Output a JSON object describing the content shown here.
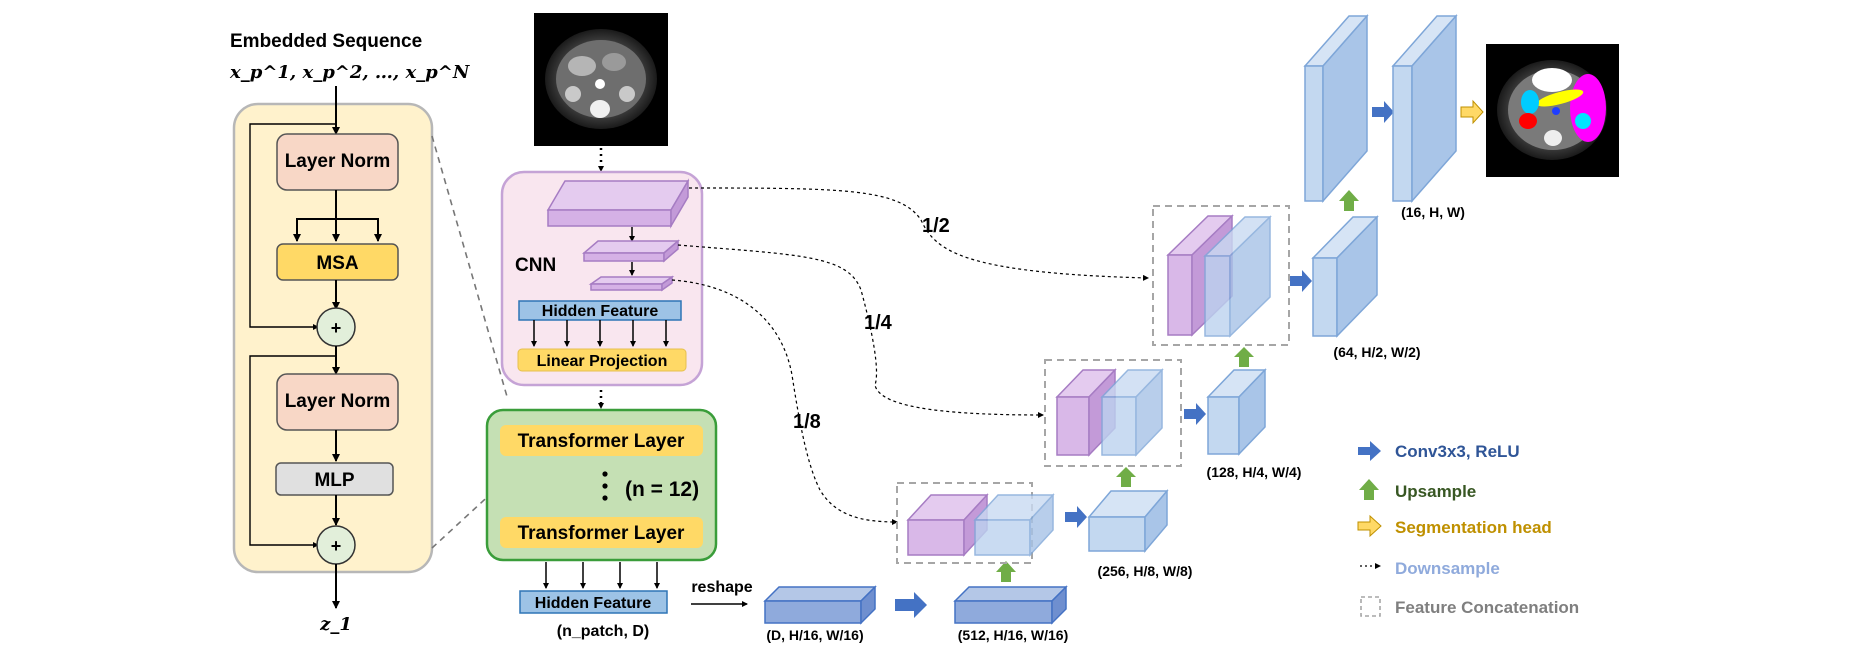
{
  "encoder_detail": {
    "title": "Embedded Sequence",
    "input_seq": "x_p^1, x_p^2, …, x_p^N",
    "blocks": {
      "norm1": "Layer Norm",
      "msa": "MSA",
      "norm2": "Layer Norm",
      "mlp": "MLP"
    },
    "plus": "+",
    "output": "z_1"
  },
  "cnn": {
    "label": "CNN",
    "hidden_feature": "Hidden Feature",
    "linear_projection": "Linear Projection"
  },
  "transformer": {
    "layer_top": "Transformer Layer",
    "layer_bottom": "Transformer Layer",
    "count": "(n = 12)",
    "hidden_feature": "Hidden Feature",
    "hidden_shape": "(n_patch, D)",
    "reshape": "reshape"
  },
  "skip_scales": [
    "1/2",
    "1/4",
    "1/8"
  ],
  "decoder_shapes": {
    "d_h16": "(D, H/16, W/16)",
    "c512": "(512, H/16, W/16)",
    "c256": "(256, H/8, W/8)",
    "c128": "(128, H/4, W/4)",
    "c64": "(64, H/2, W/2)",
    "c16": "(16, H, W)"
  },
  "legend": [
    {
      "label": "Conv3x3, ReLU",
      "color": "#2f5597",
      "icon": "blue-arrow-icon"
    },
    {
      "label": "Upsample",
      "color": "#385723",
      "icon": "green-up-arrow-icon"
    },
    {
      "label": "Segmentation head",
      "color": "#bf9000",
      "icon": "yellow-arrow-icon"
    },
    {
      "label": "Downsample",
      "color": "#8faadc",
      "icon": "dotted-arrow-icon"
    },
    {
      "label": "Feature Concatenation",
      "color": "#7f7f7f",
      "icon": "dashed-box-icon"
    }
  ]
}
